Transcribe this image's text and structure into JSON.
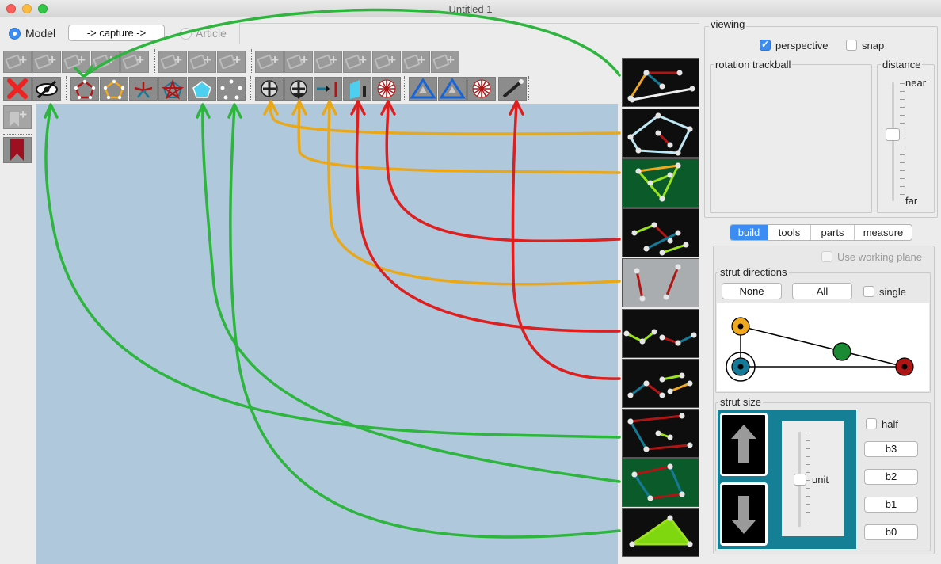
{
  "window": {
    "title": "Untitled 1"
  },
  "mode": {
    "model_label": "Model",
    "capture_label": "-> capture ->",
    "article_label": "Article"
  },
  "viewing": {
    "legend": "viewing",
    "perspective_label": "perspective",
    "perspective_checked": true,
    "snap_label": "snap",
    "snap_checked": false,
    "trackball_label": "rotation trackball",
    "distance_label": "distance",
    "near_label": "near",
    "far_label": "far"
  },
  "tabs": [
    {
      "label": "build",
      "active": true
    },
    {
      "label": "tools",
      "active": false
    },
    {
      "label": "parts",
      "active": false
    },
    {
      "label": "measure",
      "active": false
    }
  ],
  "build": {
    "working_plane_label": "Use working plane",
    "strut_directions_label": "strut directions",
    "none_label": "None",
    "all_label": "All",
    "single_label": "single",
    "strut_size_label": "strut size",
    "half_label": "half",
    "unit_label": "unit",
    "size_buttons": [
      "b3",
      "b2",
      "b1",
      "b0"
    ]
  },
  "colors": {
    "yellow": "#f0a81e",
    "blue": "#157a97",
    "green": "#1a8b34",
    "red": "#b01515",
    "annotation_green": "#2db53e",
    "annotation_orange": "#e8a81a",
    "annotation_red": "#dd1f1f",
    "canvas": "#b0c8dc",
    "panel_teal": "#157f96"
  },
  "icons": {
    "delete": "red-x-icon",
    "hide": "hide-eye-icon",
    "bookmark": "bookmark-icon",
    "add_bookmark": "add-bookmark-icon"
  },
  "thumbnails": [
    "thumbnail-1",
    "thumbnail-2",
    "thumbnail-3",
    "thumbnail-4",
    "thumbnail-5",
    "thumbnail-6",
    "thumbnail-7",
    "thumbnail-8",
    "thumbnail-9",
    "thumbnail-10"
  ]
}
